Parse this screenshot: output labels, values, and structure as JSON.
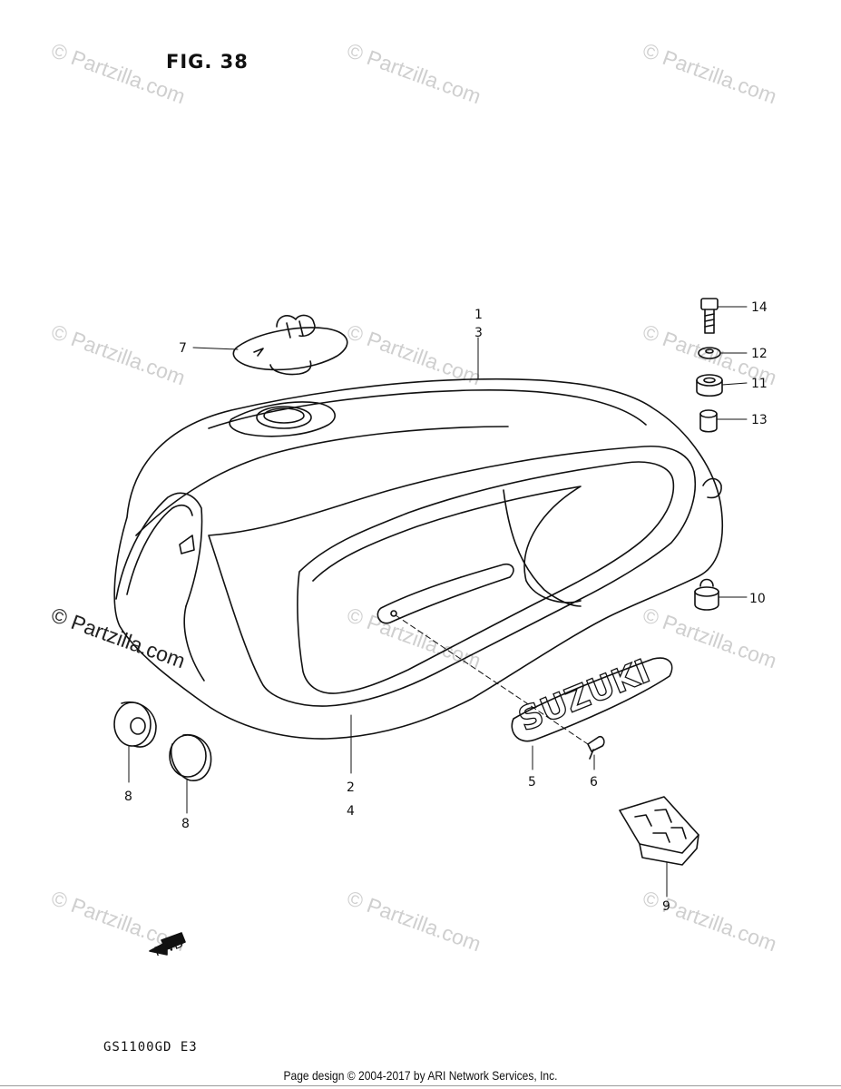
{
  "figure": {
    "title": "FIG. 38",
    "model_code": "GS1100GD E3"
  },
  "watermark": {
    "text": "© Partzilla.com"
  },
  "fwd_label": "FWD",
  "tank_brand": "SUZUKI",
  "callouts": [
    "1",
    "3",
    "7",
    "14",
    "12",
    "11",
    "13",
    "10",
    "8",
    "8",
    "2",
    "4",
    "5",
    "6",
    "9"
  ],
  "footer": {
    "text": "Page design © 2004-2017 by ARI Network Services, Inc."
  }
}
